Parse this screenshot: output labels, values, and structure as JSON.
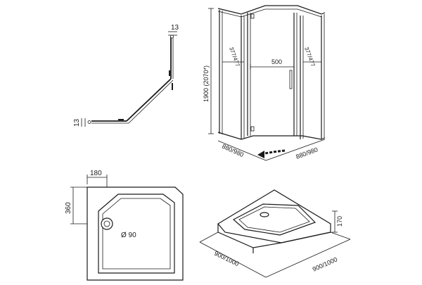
{
  "drawing": {
    "top_view": {
      "dim_top": "13",
      "dim_side": "13"
    },
    "enclosure": {
      "height": "1900 (2070*)",
      "door_width": "500",
      "panel_left": "377/477",
      "panel_right": "377/477",
      "base_left": "880/980",
      "base_right": "880/980"
    },
    "tray_plan": {
      "drain_x": "180",
      "drain_y": "360",
      "drain_dia": "Ø 90"
    },
    "tray_iso": {
      "height": "170",
      "base_left": "900/1000",
      "base_right": "900/1000"
    }
  }
}
